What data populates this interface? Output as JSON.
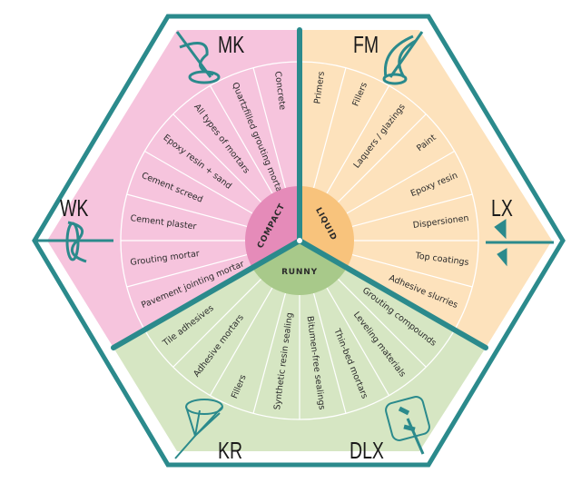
{
  "colors": {
    "frame": "#2b8a8c",
    "compact_bg": "#f6c4dd",
    "liquid_bg": "#fde2bc",
    "runny_bg": "#d6e6c3",
    "compact_hub": "#e58bb9",
    "liquid_hub": "#f8c37c",
    "runny_hub": "#a8c98a"
  },
  "sectors": {
    "compact": {
      "hub_label": "COMPACT",
      "tools": [
        "MK",
        "WK"
      ],
      "items": [
        "Concrete",
        "Quartzfilled grouting mortar",
        "All types of mortars",
        "Epoxy resin + sand",
        "Cement screed",
        "Cement plaster",
        "Grouting mortar",
        "Pavement jointing mortar"
      ]
    },
    "liquid": {
      "hub_label": "LIQUID",
      "tools": [
        "FM",
        "LX"
      ],
      "items": [
        "Primers",
        "Fillers",
        "Laquers / glazings",
        "Paint",
        "Epoxy resin",
        "Dispersionen",
        "Top coatings",
        "Adhesive slurries"
      ]
    },
    "runny": {
      "hub_label": "RUNNY",
      "tools": [
        "KR",
        "DLX"
      ],
      "items": [
        "Grouting compounds",
        "Leveling materials",
        "Thin-bed mortars",
        "Bitumen-free sealings",
        "Synthetic resin sealing",
        "Fillers",
        "Adhesive mortars",
        "Tile adhesives"
      ]
    }
  }
}
